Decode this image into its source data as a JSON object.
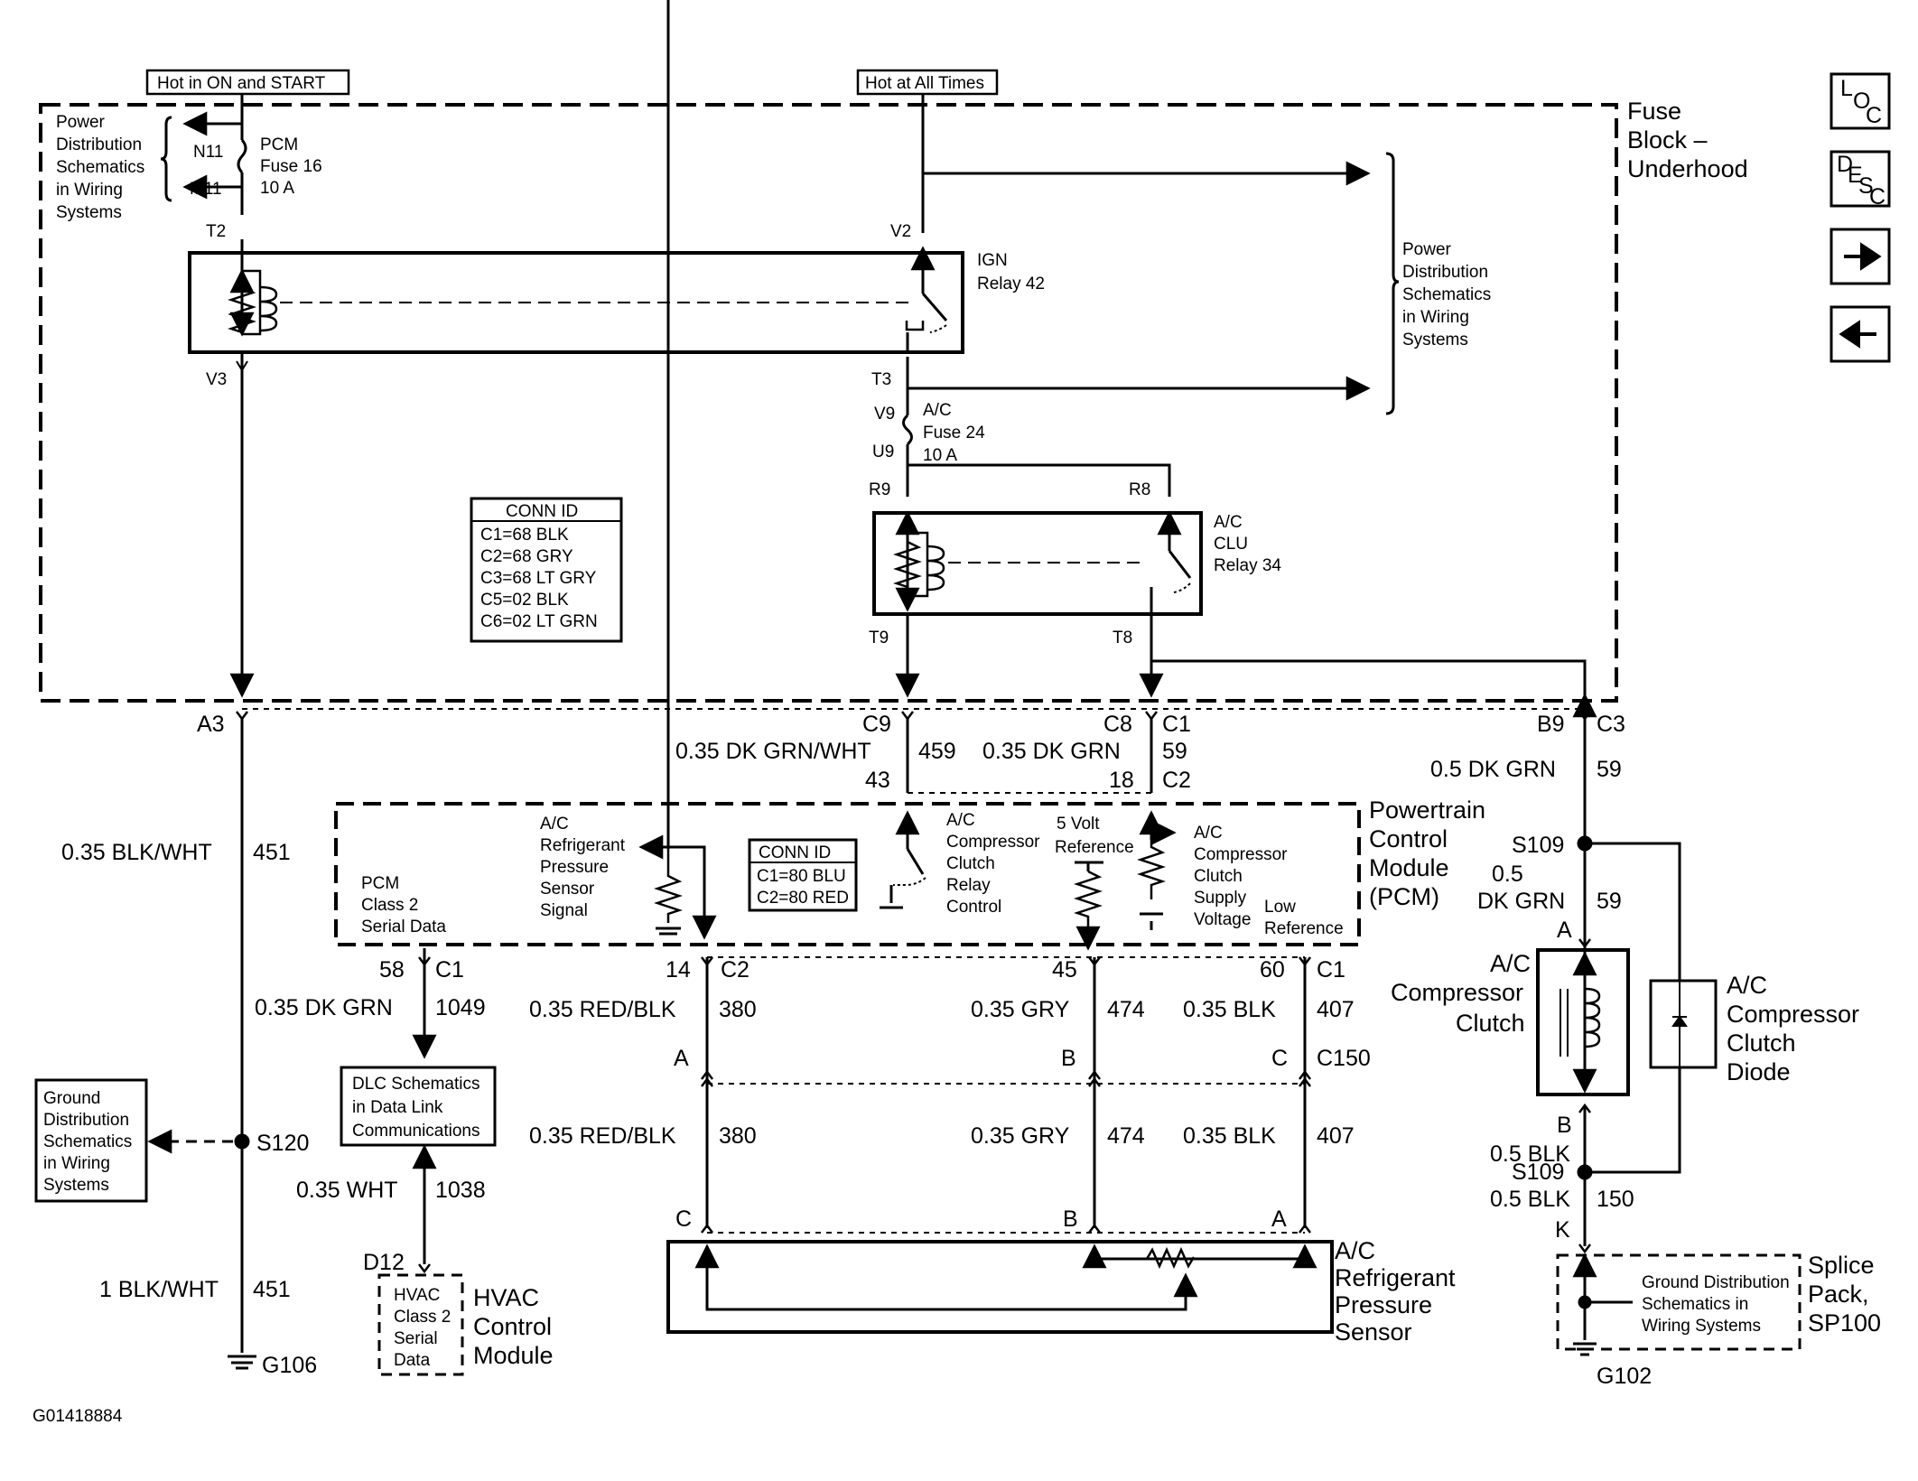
{
  "header": {
    "hot_on_start": "Hot in ON and START",
    "hot_all_times": "Hot at All Times"
  },
  "nav": {
    "loc": {
      "a": "L",
      "b": "O",
      "c": "C"
    },
    "desc": {
      "a": "D",
      "b": "E",
      "c": "S",
      "d": "C"
    }
  },
  "fuse_block": {
    "line1": "Fuse",
    "line2": "Block –",
    "line3": "Underhood"
  },
  "power_dist_left": {
    "lines": [
      "Power",
      "Distribution",
      "Schematics",
      "in Wiring",
      "Systems"
    ]
  },
  "power_dist_right": {
    "lines": [
      "Power",
      "Distribution",
      "Schematics",
      "in Wiring",
      "Systems"
    ]
  },
  "pcm_fuse": {
    "pin_n11": "N11",
    "pin_m11": "M11",
    "name": "PCM",
    "fuse": "Fuse 16",
    "amps": "10 A",
    "pin_t2": "T2",
    "pin_v3": "V3"
  },
  "ign_relay": {
    "name": "IGN",
    "relay": "Relay 42",
    "pin_v2": "V2",
    "pin_t3": "T3"
  },
  "ac_fuse": {
    "pin_v9": "V9",
    "pin_u9": "U9",
    "name": "A/C",
    "fuse": "Fuse 24",
    "amps": "10 A",
    "pin_r9": "R9",
    "pin_r8": "R8"
  },
  "clu_relay": {
    "name": "A/C",
    "clu": "CLU",
    "relay": "Relay 34",
    "pin_t9": "T9",
    "pin_t8": "T8"
  },
  "conn_id_1": {
    "title": "CONN ID",
    "rows": [
      "C1=68 BLK",
      "C2=68 GRY",
      "C3=68 LT GRY",
      "C5=02 BLK",
      "C6=02 LT GRN"
    ]
  },
  "conn_id_2": {
    "title": "CONN ID",
    "rows": [
      "C1=80 BLU",
      "C2=80 RED"
    ]
  },
  "mid_labels": {
    "a3": "A3",
    "c9": "C9",
    "c8": "C8",
    "c1": "C1",
    "b9": "B9",
    "c3": "C3",
    "w459_color": "0.35 DK GRN/WHT",
    "w459_num": "459",
    "pin43": "43",
    "w59_color": "0.35 DK GRN",
    "w59_num": "59",
    "pin18": "18",
    "c2": "C2",
    "w59b_color": "0.5 DK GRN",
    "w59b_num": "59",
    "w451_color": "0.35 BLK/WHT",
    "w451_num": "451"
  },
  "pcm": {
    "line1": "Powertrain",
    "line2": "Control",
    "line3": "Module",
    "line4": "(PCM)",
    "class2": [
      "PCM",
      "Class 2",
      "Serial Data"
    ],
    "pressure_signal": [
      "A/C",
      "Refrigerant",
      "Pressure",
      "Sensor",
      "Signal"
    ],
    "relay_control": [
      "A/C",
      "Compressor",
      "Clutch",
      "Relay",
      "Control"
    ],
    "ref5v": [
      "5 Volt",
      "Reference"
    ],
    "supply_voltage": [
      "A/C",
      "Compressor",
      "Clutch",
      "Supply",
      "Voltage"
    ],
    "low_ref": [
      "Low",
      "Reference"
    ]
  },
  "right_branch": {
    "s109": "S109",
    "w_05": "0.5",
    "w_dkgrn": "DK GRN",
    "w_59": "59",
    "pin_a": "A",
    "clutch": [
      "A/C",
      "Compressor",
      "Clutch"
    ],
    "diode": [
      "A/C",
      "Compressor",
      "Clutch",
      "Diode"
    ],
    "pin_b": "B",
    "blk1": "0.5 BLK",
    "s109b": "S109",
    "blk2": "0.5 BLK",
    "w150": "150",
    "pin_k": "K",
    "ground_dist": [
      "Ground Distribution",
      "Schematics in",
      "Wiring Systems"
    ],
    "splice": [
      "Splice",
      "Pack,",
      "SP100"
    ],
    "g102": "G102"
  },
  "lower": {
    "p58": "58",
    "c1a": "C1",
    "p14": "14",
    "c2a": "C2",
    "p45": "45",
    "p60": "60",
    "c1b": "C1",
    "w1049_color": "0.35 DK GRN",
    "w1049_num": "1049",
    "w380_color": "0.35 RED/BLK",
    "w380_num": "380",
    "w474_color": "0.35 GRY",
    "w474_num": "474",
    "w407_color": "0.35 BLK",
    "w407_num": "407",
    "ca": "A",
    "cb": "B",
    "cc": "C",
    "c150": "C150",
    "w380b_color": "0.35 RED/BLK",
    "w380b_num": "380",
    "w474b_color": "0.35 GRY",
    "w474b_num": "474",
    "w407b_color": "0.35 BLK",
    "w407b_num": "407",
    "sc": "C",
    "sb": "B",
    "sa": "A",
    "sensor": [
      "A/C",
      "Refrigerant",
      "Pressure",
      "Sensor"
    ],
    "dlc": [
      "DLC Schematics",
      "in Data Link",
      "Communications"
    ],
    "w1038_color": "0.35 WHT",
    "w1038_num": "1038",
    "d12": "D12",
    "hvac_box": [
      "HVAC",
      "Class 2",
      "Serial",
      "Data"
    ],
    "hvac": [
      "HVAC",
      "Control",
      "Module"
    ],
    "ground_dist_left": [
      "Ground",
      "Distribution",
      "Schematics",
      "in Wiring",
      "Systems"
    ],
    "s120": "S120",
    "w451b_color": "1 BLK/WHT",
    "w451b_num": "451",
    "g106": "G106"
  },
  "figure_id": "G01418884"
}
